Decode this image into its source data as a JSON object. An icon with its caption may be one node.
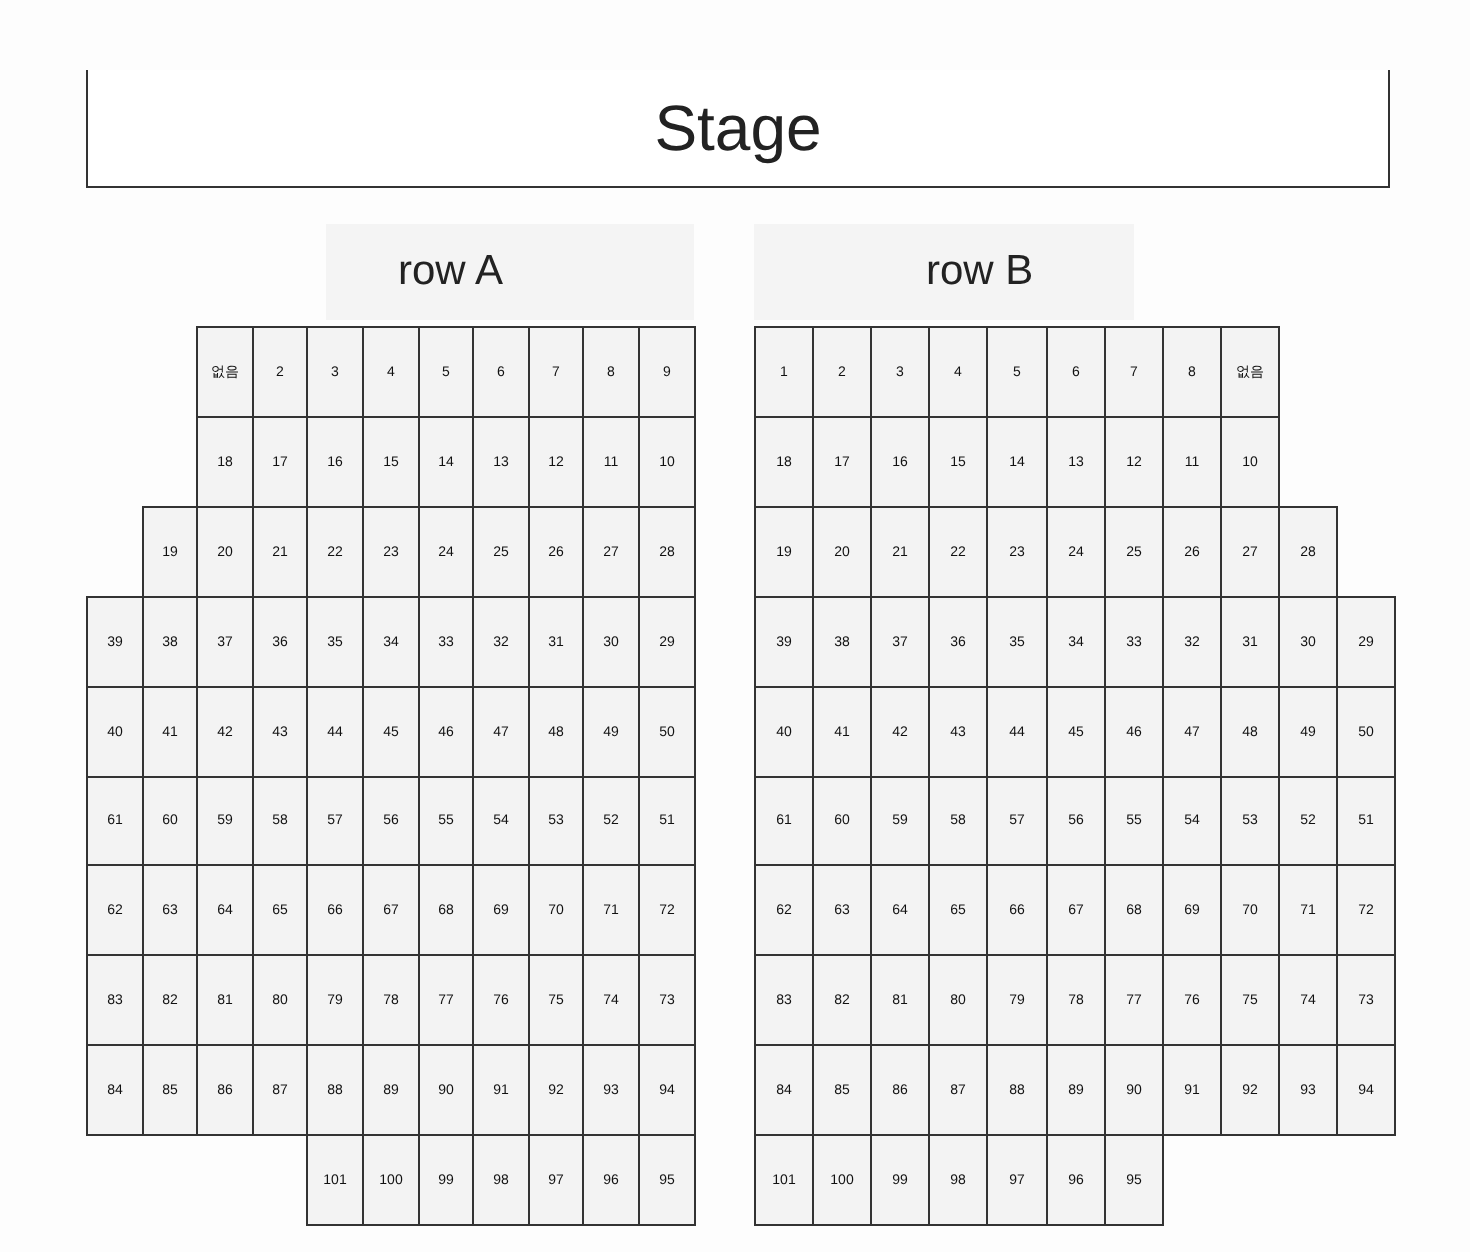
{
  "diagram": {
    "nodes": [
      {
        "text": [
          "Stage"
        ]
      },
      {
        "text": [
          "없음"
        ]
      },
      {
        "text": [
          "2"
        ]
      },
      {
        "text": [
          "3"
        ]
      },
      {
        "text": [
          "4"
        ]
      },
      {
        "text": [
          "5"
        ]
      },
      {
        "text": [
          "6"
        ]
      },
      {
        "text": [
          "7"
        ]
      },
      {
        "text": [
          "8"
        ]
      },
      {
        "text": [
          "9"
        ]
      },
      {
        "text": [
          "1"
        ]
      },
      {
        "text": [
          "2"
        ]
      },
      {
        "text": [
          "3"
        ]
      },
      {
        "text": [
          "4"
        ]
      },
      {
        "text": [
          "5"
        ]
      },
      {
        "text": [
          "6"
        ]
      },
      {
        "text": [
          "7"
        ]
      },
      {
        "text": [
          "8"
        ]
      },
      {
        "text": [
          "없음"
        ]
      },
      {
        "text": [
          "18"
        ]
      },
      {
        "text": [
          "17"
        ]
      },
      {
        "text": [
          "16"
        ]
      },
      {
        "text": [
          "15"
        ]
      },
      {
        "text": [
          "14"
        ]
      },
      {
        "text": [
          "13"
        ]
      },
      {
        "text": [
          "12"
        ]
      },
      {
        "text": [
          "11"
        ]
      },
      {
        "text": [
          "10"
        ]
      },
      {
        "text": [
          "18"
        ]
      },
      {
        "text": [
          "17"
        ]
      },
      {
        "text": [
          "16"
        ]
      },
      {
        "text": [
          "15"
        ]
      },
      {
        "text": [
          "14"
        ]
      },
      {
        "text": [
          "13"
        ]
      },
      {
        "text": [
          "12"
        ]
      },
      {
        "text": [
          "11"
        ]
      },
      {
        "text": [
          "10"
        ]
      },
      {
        "text": [
          "19"
        ]
      },
      {
        "text": [
          "20"
        ]
      },
      {
        "text": [
          "21"
        ]
      },
      {
        "text": [
          "22"
        ]
      },
      {
        "text": [
          "23"
        ]
      },
      {
        "text": [
          "24"
        ]
      },
      {
        "text": [
          "25"
        ]
      },
      {
        "text": [
          "26"
        ]
      },
      {
        "text": [
          "27"
        ]
      },
      {
        "text": [
          "28"
        ]
      },
      {
        "text": [
          "19"
        ]
      },
      {
        "text": [
          "20"
        ]
      },
      {
        "text": [
          "21"
        ]
      },
      {
        "text": [
          "22"
        ]
      },
      {
        "text": [
          "23"
        ]
      },
      {
        "text": [
          "24"
        ]
      },
      {
        "text": [
          "25"
        ]
      },
      {
        "text": [
          "26"
        ]
      },
      {
        "text": [
          "27"
        ]
      },
      {
        "text": [
          "28"
        ]
      },
      {
        "text": [
          "39"
        ]
      },
      {
        "text": [
          "38"
        ]
      },
      {
        "text": [
          "37"
        ]
      },
      {
        "text": [
          "36"
        ]
      },
      {
        "text": [
          "35"
        ]
      },
      {
        "text": [
          "34"
        ]
      },
      {
        "text": [
          "33"
        ]
      },
      {
        "text": [
          "32"
        ]
      },
      {
        "text": [
          "31"
        ]
      },
      {
        "text": [
          "30"
        ]
      },
      {
        "text": [
          "29"
        ]
      },
      {
        "text": [
          "39"
        ]
      },
      {
        "text": [
          "38"
        ]
      },
      {
        "text": [
          "37"
        ]
      },
      {
        "text": [
          "36"
        ]
      },
      {
        "text": [
          "35"
        ]
      },
      {
        "text": [
          "34"
        ]
      },
      {
        "text": [
          "33"
        ]
      },
      {
        "text": [
          "32"
        ]
      },
      {
        "text": [
          "31"
        ]
      },
      {
        "text": [
          "30"
        ]
      },
      {
        "text": [
          "29"
        ]
      },
      {
        "text": [
          "40"
        ]
      },
      {
        "text": [
          "41"
        ]
      },
      {
        "text": [
          "42"
        ]
      },
      {
        "text": [
          "43"
        ]
      },
      {
        "text": [
          "44"
        ]
      },
      {
        "text": [
          "45"
        ]
      },
      {
        "text": [
          "46"
        ]
      },
      {
        "text": [
          "47"
        ]
      },
      {
        "text": [
          "48"
        ]
      },
      {
        "text": [
          "49"
        ]
      },
      {
        "text": [
          "50"
        ]
      },
      {
        "text": [
          "40"
        ]
      },
      {
        "text": [
          "41"
        ]
      },
      {
        "text": [
          "42"
        ]
      },
      {
        "text": [
          "43"
        ]
      },
      {
        "text": [
          "44"
        ]
      },
      {
        "text": [
          "45"
        ]
      },
      {
        "text": [
          "46"
        ]
      },
      {
        "text": [
          "47"
        ]
      },
      {
        "text": [
          "48"
        ]
      },
      {
        "text": [
          "49"
        ]
      },
      {
        "text": [
          "50"
        ]
      },
      {
        "text": [
          "61"
        ]
      },
      {
        "text": [
          "60"
        ]
      },
      {
        "text": [
          "59"
        ]
      },
      {
        "text": [
          "58"
        ]
      },
      {
        "text": [
          "57"
        ]
      },
      {
        "text": [
          "56"
        ]
      },
      {
        "text": [
          "55"
        ]
      },
      {
        "text": [
          "54"
        ]
      },
      {
        "text": [
          "53"
        ]
      },
      {
        "text": [
          "52"
        ]
      },
      {
        "text": [
          "51"
        ]
      },
      {
        "text": [
          "61"
        ]
      },
      {
        "text": [
          "60"
        ]
      },
      {
        "text": [
          "59"
        ]
      },
      {
        "text": [
          "58"
        ]
      },
      {
        "text": [
          "57"
        ]
      },
      {
        "text": [
          "56"
        ]
      },
      {
        "text": [
          "55"
        ]
      },
      {
        "text": [
          "54"
        ]
      },
      {
        "text": [
          "53"
        ]
      },
      {
        "text": [
          "52"
        ]
      },
      {
        "text": [
          "51"
        ]
      },
      {
        "text": [
          "62"
        ]
      },
      {
        "text": [
          "63"
        ]
      },
      {
        "text": [
          "64"
        ]
      },
      {
        "text": [
          "65"
        ]
      },
      {
        "text": [
          "66"
        ]
      },
      {
        "text": [
          "67"
        ]
      },
      {
        "text": [
          "68"
        ]
      },
      {
        "text": [
          "69"
        ]
      },
      {
        "text": [
          "70"
        ]
      },
      {
        "text": [
          "71"
        ]
      },
      {
        "text": [
          "72"
        ]
      },
      {
        "text": [
          "62"
        ]
      },
      {
        "text": [
          "63"
        ]
      },
      {
        "text": [
          "64"
        ]
      },
      {
        "text": [
          "65"
        ]
      },
      {
        "text": [
          "66"
        ]
      },
      {
        "text": [
          "67"
        ]
      },
      {
        "text": [
          "68"
        ]
      },
      {
        "text": [
          "69"
        ]
      },
      {
        "text": [
          "70"
        ]
      },
      {
        "text": [
          "71"
        ]
      },
      {
        "text": [
          "72"
        ]
      },
      {
        "text": [
          "83"
        ]
      },
      {
        "text": [
          "82"
        ]
      },
      {
        "text": [
          "81"
        ]
      },
      {
        "text": [
          "80"
        ]
      },
      {
        "text": [
          "79"
        ]
      },
      {
        "text": [
          "78"
        ]
      },
      {
        "text": [
          "77"
        ]
      },
      {
        "text": [
          "76"
        ]
      },
      {
        "text": [
          "75"
        ]
      },
      {
        "text": [
          "74"
        ]
      },
      {
        "text": [
          "73"
        ]
      },
      {
        "text": [
          "83"
        ]
      },
      {
        "text": [
          "82"
        ]
      },
      {
        "text": [
          "81"
        ]
      },
      {
        "text": [
          "80"
        ]
      },
      {
        "text": [
          "79"
        ]
      },
      {
        "text": [
          "78"
        ]
      },
      {
        "text": [
          "77"
        ]
      },
      {
        "text": [
          "76"
        ]
      },
      {
        "text": [
          "75"
        ]
      },
      {
        "text": [
          "74"
        ]
      },
      {
        "text": [
          "73"
        ]
      },
      {
        "text": [
          "84"
        ]
      },
      {
        "text": [
          "85"
        ]
      },
      {
        "text": [
          "86"
        ]
      },
      {
        "text": [
          "87"
        ]
      },
      {
        "text": [
          "88"
        ]
      },
      {
        "text": [
          "89"
        ]
      },
      {
        "text": [
          "90"
        ]
      },
      {
        "text": [
          "91"
        ]
      },
      {
        "text": [
          "92"
        ]
      },
      {
        "text": [
          "93"
        ]
      },
      {
        "text": [
          "94"
        ]
      },
      {
        "text": [
          "84"
        ]
      },
      {
        "text": [
          "85"
        ]
      },
      {
        "text": [
          "86"
        ]
      },
      {
        "text": [
          "87"
        ]
      },
      {
        "text": [
          "88"
        ]
      },
      {
        "text": [
          "89"
        ]
      },
      {
        "text": [
          "90"
        ]
      },
      {
        "text": [
          "91"
        ]
      },
      {
        "text": [
          "92"
        ]
      },
      {
        "text": [
          "93"
        ]
      },
      {
        "text": [
          "94"
        ]
      },
      {
        "text": [
          "101"
        ]
      },
      {
        "text": [
          "100"
        ]
      },
      {
        "text": [
          "99"
        ]
      },
      {
        "text": [
          "98"
        ]
      },
      {
        "text": [
          "97"
        ]
      },
      {
        "text": [
          "96"
        ]
      },
      {
        "text": [
          "95"
        ]
      },
      {
        "text": [
          "101"
        ]
      },
      {
        "text": [
          "100"
        ]
      },
      {
        "text": [
          "99"
        ]
      },
      {
        "text": [
          "98"
        ]
      },
      {
        "text": [
          "97"
        ]
      },
      {
        "text": [
          "96"
        ]
      },
      {
        "text": [
          "95"
        ]
      }
    ],
    "labels": [
      "row A",
      "row B"
    ]
  }
}
